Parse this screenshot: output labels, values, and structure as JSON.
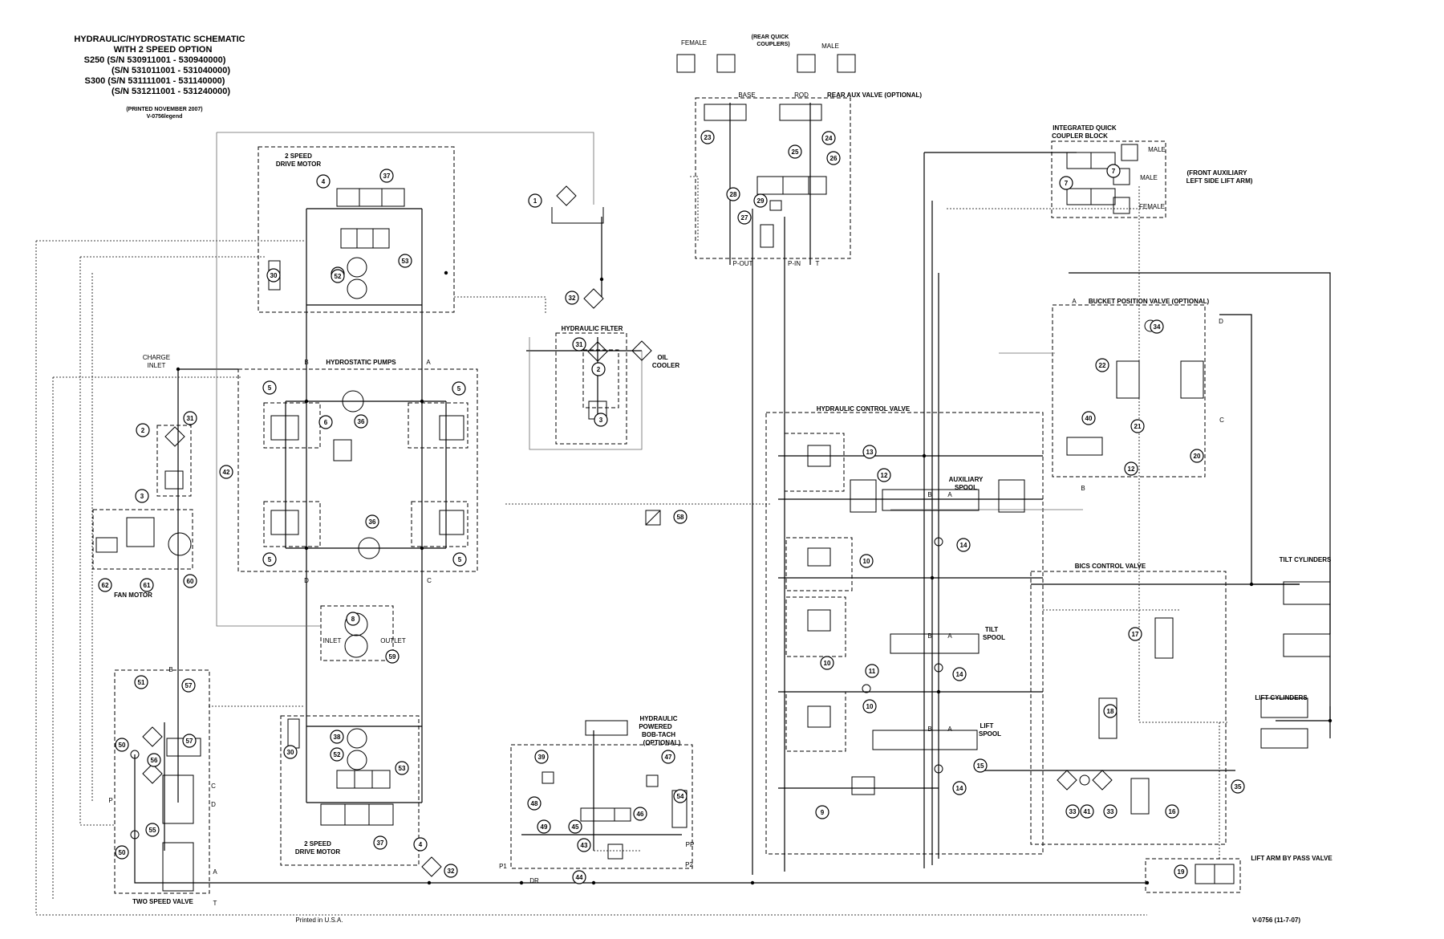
{
  "header": {
    "title_lines": [
      "HYDRAULIC/HYDROSTATIC SCHEMATIC",
      "WITH 2 SPEED OPTION",
      "S250 (S/N 530911001 - 530940000)",
      "(S/N 531011001 - 531040000)",
      "S300 (S/N 531111001 - 531140000)",
      "(S/N 531211001 - 531240000)"
    ],
    "printed": "(PRINTED NOVEMBER 2007)",
    "legend_ref": "V-0756legend"
  },
  "footer": {
    "printed_in": "Printed in U.S.A.",
    "drawing_ref": "V-0756 (11-7-07)"
  },
  "sections": [
    {
      "key": "drive_motor_top",
      "lines": [
        "2 SPEED",
        "DRIVE MOTOR"
      ]
    },
    {
      "key": "hydrostatic_pumps",
      "lines": [
        "HYDROSTATIC PUMPS"
      ]
    },
    {
      "key": "charge_inlet",
      "lines": [
        "CHARGE",
        "INLET"
      ]
    },
    {
      "key": "fan_motor",
      "lines": [
        "FAN MOTOR"
      ]
    },
    {
      "key": "two_speed_valve",
      "lines": [
        "TWO SPEED VALVE"
      ]
    },
    {
      "key": "drive_motor_bottom",
      "lines": [
        "2 SPEED",
        "DRIVE MOTOR"
      ]
    },
    {
      "key": "hydraulic_filter",
      "lines": [
        "HYDRAULIC FILTER"
      ]
    },
    {
      "key": "oil_cooler",
      "lines": [
        "OIL",
        "COOLER"
      ]
    },
    {
      "key": "rear_quick_couplers",
      "lines": [
        "(REAR QUICK",
        "COUPLERS)"
      ]
    },
    {
      "key": "rear_aux_valve",
      "lines": [
        "REAR AUX VALVE (OPTIONAL)"
      ]
    },
    {
      "key": "integrated_quick_coupler",
      "lines": [
        "INTEGRATED QUICK",
        "COUPLER BLOCK"
      ]
    },
    {
      "key": "front_auxiliary",
      "lines": [
        "(FRONT AUXILIARY",
        "LEFT SIDE LIFT ARM)"
      ]
    },
    {
      "key": "bucket_position_valve",
      "lines": [
        "BUCKET POSITION VALVE (OPTIONAL)"
      ]
    },
    {
      "key": "hydraulic_control_valve",
      "lines": [
        "HYDRAULIC CONTROL VALVE"
      ]
    },
    {
      "key": "auxiliary_spool",
      "lines": [
        "AUXILIARY",
        "SPOOL"
      ]
    },
    {
      "key": "tilt_spool",
      "lines": [
        "TILT",
        "SPOOL"
      ]
    },
    {
      "key": "lift_spool",
      "lines": [
        "LIFT",
        "SPOOL"
      ]
    },
    {
      "key": "bics_control_valve",
      "lines": [
        "BICS CONTROL VALVE"
      ]
    },
    {
      "key": "tilt_cylinders",
      "lines": [
        "TILT CYLINDERS"
      ]
    },
    {
      "key": "lift_cylinders",
      "lines": [
        "LIFT CYLINDERS"
      ]
    },
    {
      "key": "bob_tach",
      "lines": [
        "HYDRAULIC",
        "POWERED",
        "BOB-TACH",
        "(OPTIONAL)"
      ]
    },
    {
      "key": "lift_arm_bypass",
      "lines": [
        "LIFT ARM BY PASS VALVE"
      ]
    }
  ],
  "port_labels": {
    "female_top": "FEMALE",
    "male_top": "MALE",
    "base": "BASE",
    "rod": "ROD",
    "p_out": "P-OUT",
    "p_in": "P-IN",
    "t": "T",
    "male_1": "MALE",
    "male_2": "MALE",
    "female_front": "FEMALE",
    "pump_b": "B",
    "pump_a": "A",
    "pump_d": "D",
    "pump_c": "C",
    "inlet": "INLET",
    "outlet": "OUTLET",
    "tsv_b": "B",
    "tsv_c": "C",
    "tsv_d": "D",
    "tsv_a": "A",
    "tsv_p": "P",
    "tsv_t": "T",
    "bob_p1": "P1",
    "bob_dr": "DR",
    "bob_p2": "P2",
    "bob_pp": "PP",
    "bucket_a": "A",
    "bucket_b": "B",
    "bucket_c": "C",
    "bucket_d": "D",
    "aux_b": "B",
    "aux_a": "A",
    "tilt_b": "B",
    "tilt_a": "A",
    "lift_b": "B",
    "lift_a": "A"
  },
  "callouts": [
    {
      "n": "1"
    },
    {
      "n": "2"
    },
    {
      "n": "2"
    },
    {
      "n": "3"
    },
    {
      "n": "3"
    },
    {
      "n": "4"
    },
    {
      "n": "4"
    },
    {
      "n": "5"
    },
    {
      "n": "5"
    },
    {
      "n": "5"
    },
    {
      "n": "5"
    },
    {
      "n": "6"
    },
    {
      "n": "7"
    },
    {
      "n": "7"
    },
    {
      "n": "8"
    },
    {
      "n": "9"
    },
    {
      "n": "10"
    },
    {
      "n": "10"
    },
    {
      "n": "10"
    },
    {
      "n": "11"
    },
    {
      "n": "12"
    },
    {
      "n": "12"
    },
    {
      "n": "13"
    },
    {
      "n": "14"
    },
    {
      "n": "14"
    },
    {
      "n": "14"
    },
    {
      "n": "15"
    },
    {
      "n": "16"
    },
    {
      "n": "17"
    },
    {
      "n": "18"
    },
    {
      "n": "19"
    },
    {
      "n": "20"
    },
    {
      "n": "21"
    },
    {
      "n": "22"
    },
    {
      "n": "23"
    },
    {
      "n": "24"
    },
    {
      "n": "25"
    },
    {
      "n": "26"
    },
    {
      "n": "27"
    },
    {
      "n": "28"
    },
    {
      "n": "29"
    },
    {
      "n": "30"
    },
    {
      "n": "30"
    },
    {
      "n": "31"
    },
    {
      "n": "31"
    },
    {
      "n": "32"
    },
    {
      "n": "32"
    },
    {
      "n": "33"
    },
    {
      "n": "33"
    },
    {
      "n": "34"
    },
    {
      "n": "35"
    },
    {
      "n": "36"
    },
    {
      "n": "36"
    },
    {
      "n": "37"
    },
    {
      "n": "37"
    },
    {
      "n": "38"
    },
    {
      "n": "38"
    },
    {
      "n": "39"
    },
    {
      "n": "40"
    },
    {
      "n": "41"
    },
    {
      "n": "42"
    },
    {
      "n": "43"
    },
    {
      "n": "44"
    },
    {
      "n": "45"
    },
    {
      "n": "46"
    },
    {
      "n": "47"
    },
    {
      "n": "48"
    },
    {
      "n": "49"
    },
    {
      "n": "50"
    },
    {
      "n": "50"
    },
    {
      "n": "51"
    },
    {
      "n": "52"
    },
    {
      "n": "52"
    },
    {
      "n": "53"
    },
    {
      "n": "53"
    },
    {
      "n": "54"
    },
    {
      "n": "55"
    },
    {
      "n": "56"
    },
    {
      "n": "57"
    },
    {
      "n": "57"
    },
    {
      "n": "58"
    },
    {
      "n": "59"
    },
    {
      "n": "60"
    },
    {
      "n": "61"
    },
    {
      "n": "62"
    }
  ]
}
